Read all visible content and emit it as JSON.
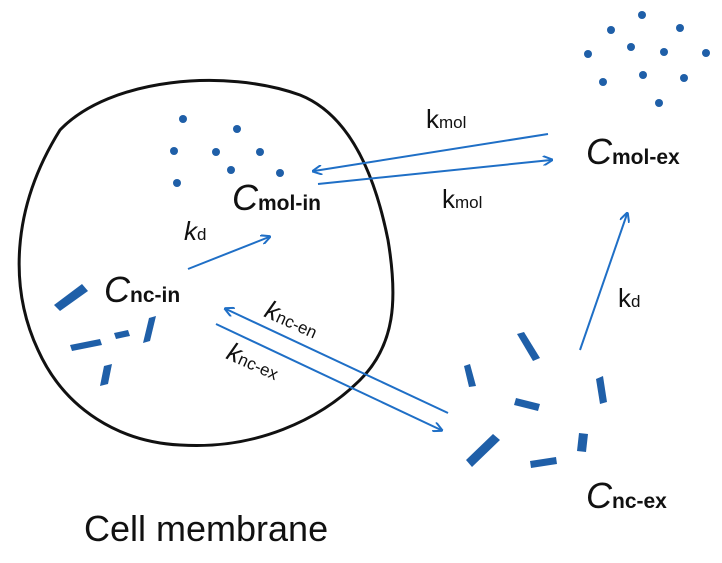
{
  "caption": "Cell membrane",
  "labels": {
    "c_mol_in": {
      "main": "C",
      "sub": "mol-in"
    },
    "c_mol_ex": {
      "main": "C",
      "sub": "mol-ex"
    },
    "c_nc_in": {
      "main": "C",
      "sub": "nc-in"
    },
    "c_nc_ex": {
      "main": "C",
      "sub": "nc-ex"
    },
    "k_mol_top": {
      "main": "k",
      "sub": "mol"
    },
    "k_mol_bottom": {
      "main": "k",
      "sub": "mol"
    },
    "k_d_in": {
      "main": "k",
      "sub": "d"
    },
    "k_d_ex": {
      "main": "k",
      "sub": "d"
    },
    "k_nc_en": {
      "main": "k",
      "sub": "nc-en"
    },
    "k_nc_ex": {
      "main": "k",
      "sub": "nc-ex"
    }
  },
  "colors": {
    "arrow": "#1f6fc6",
    "particle": "#1f5fa8",
    "membrane": "#111111"
  }
}
